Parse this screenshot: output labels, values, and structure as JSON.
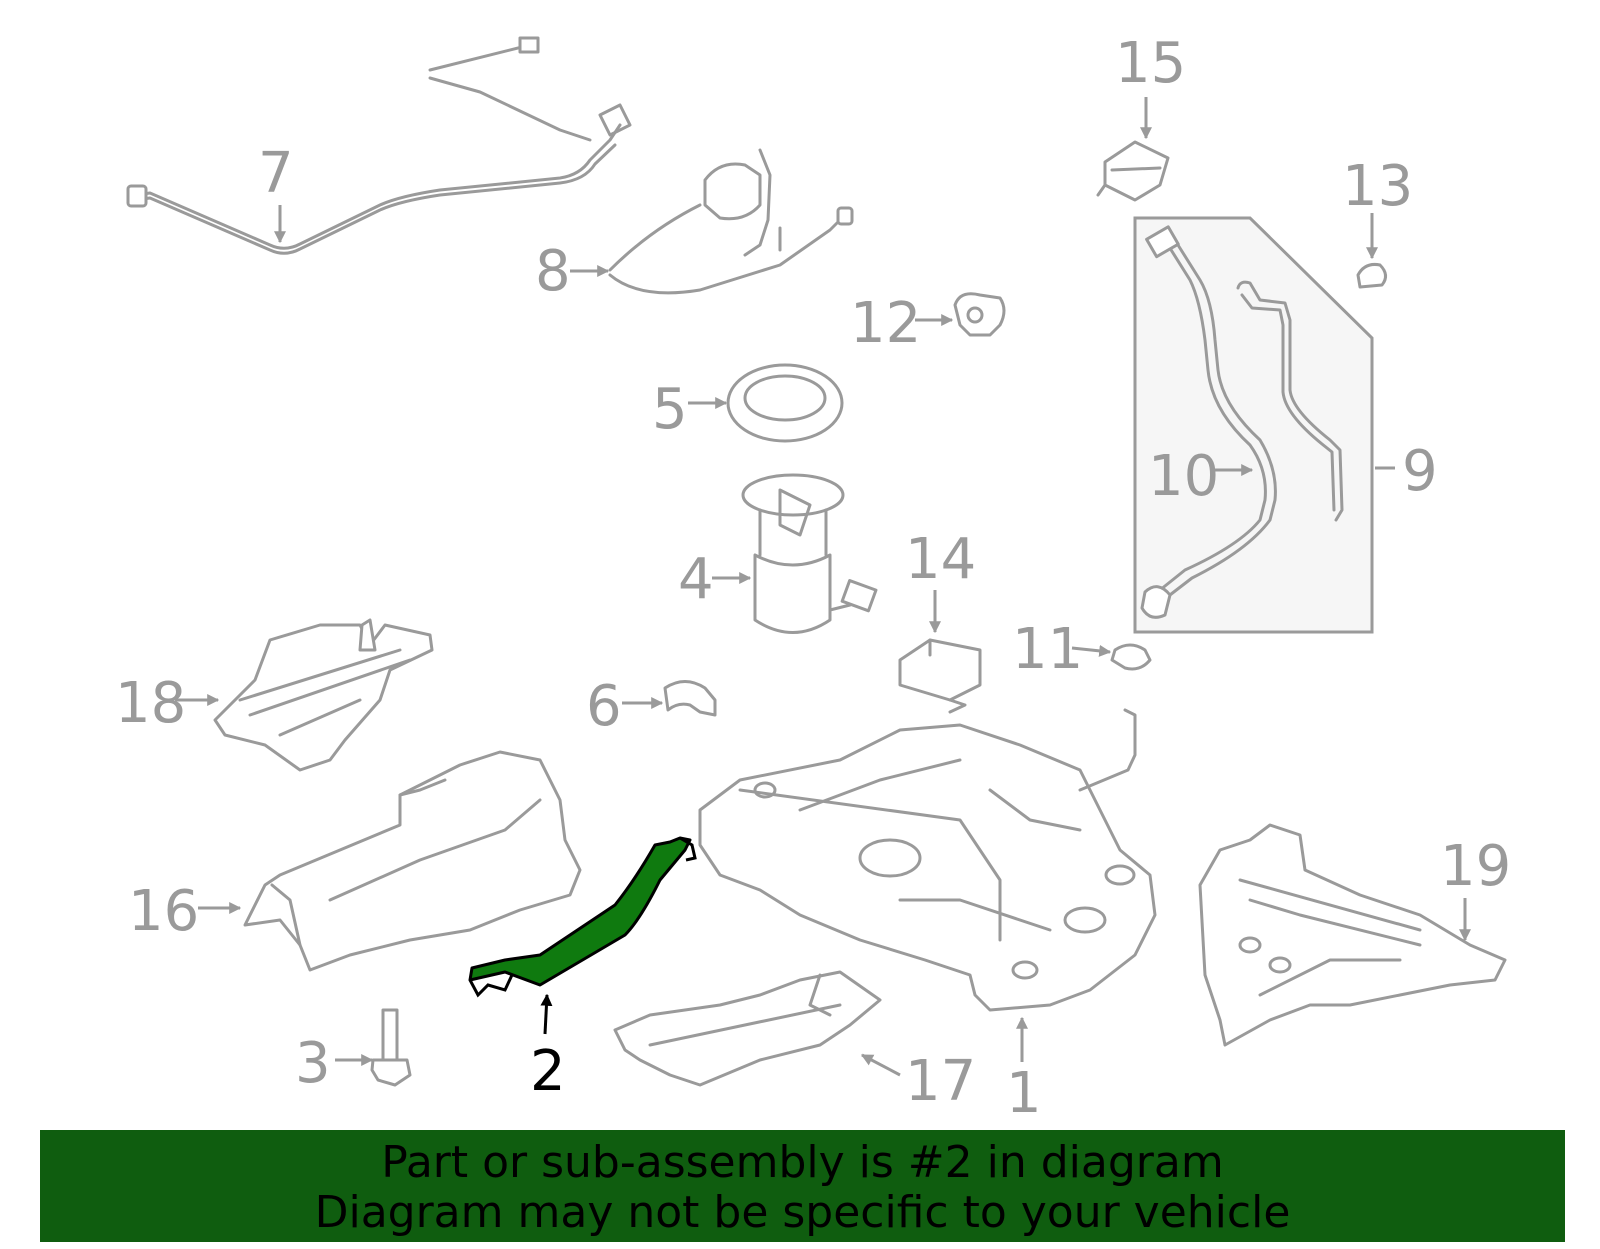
{
  "callouts": {
    "c1": "1",
    "c2": "2",
    "c3": "3",
    "c4": "4",
    "c5": "5",
    "c6": "6",
    "c7": "7",
    "c8": "8",
    "c9": "9",
    "c10": "10",
    "c11": "11",
    "c12": "12",
    "c13": "13",
    "c14": "14",
    "c15": "15",
    "c16": "16",
    "c17": "17",
    "c18": "18",
    "c19": "19"
  },
  "highlight_color": "#0f7a0f",
  "banner": {
    "line1": "Part or sub-assembly is #2 in diagram",
    "line2": "Diagram may not be specific to your vehicle",
    "background": "#0f5d0f"
  }
}
